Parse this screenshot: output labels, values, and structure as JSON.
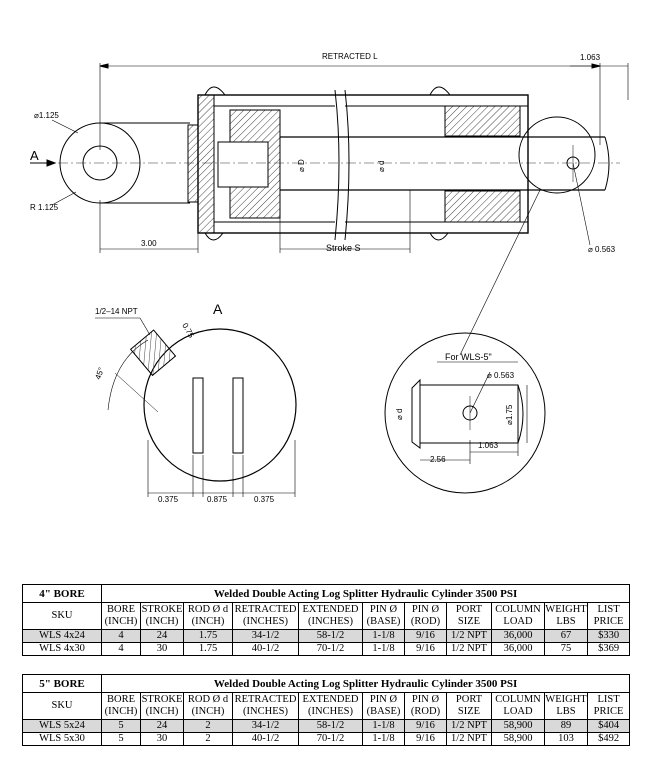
{
  "drawing": {
    "retracted_label": "RETRACTED L",
    "dim_1063_top": "1.063",
    "dim_1125_dia": "⌀1.125",
    "dim_r1125": "R 1.125",
    "view_marker_a": "A",
    "dim_300": "3.00",
    "stroke_label": "Stroke S",
    "rod_d_label_1": "⌀ D",
    "rod_d_label_2": "⌀ d",
    "dim_0563": "⌀ 0.563",
    "section_a_label": "A",
    "npt_label": "1/2–14 NPT",
    "dim_075": "0.75",
    "angle_45": "45°",
    "dim_0375_left": "0.375",
    "dim_0875": "0.875",
    "dim_0375_right": "0.375",
    "detail_title": "For WLS-5\"",
    "detail_0563": "⌀ 0.563",
    "detail_d": "⌀ d",
    "detail_175": "⌀1.75",
    "detail_256": "2.56",
    "detail_1063": "1.063"
  },
  "tables": [
    {
      "bore": "4\" BORE",
      "title": "Welded Double Acting Log Splitter Hydraulic Cylinder 3500 PSI",
      "headers": [
        "SKU",
        "BORE (INCH)",
        "STROKE (INCH)",
        "ROD Ø d (INCH)",
        "RETRACTED (INCHES)",
        "EXTENDED (INCHES)",
        "PIN Ø (BASE)",
        "PIN Ø (ROD)",
        "PORT SIZE",
        "COLUMN LOAD",
        "WEIGHT LBS",
        "LIST PRICE"
      ],
      "rows": [
        [
          "WLS 4x24",
          "4",
          "24",
          "1.75",
          "34-1/2",
          "58-1/2",
          "1-1/8",
          "9/16",
          "1/2 NPT",
          "36,000",
          "67",
          "$330"
        ],
        [
          "WLS 4x30",
          "4",
          "30",
          "1.75",
          "40-1/2",
          "70-1/2",
          "1-1/8",
          "9/16",
          "1/2 NPT",
          "36,000",
          "75",
          "$369"
        ]
      ]
    },
    {
      "bore": "5\" BORE",
      "title": "Welded Double Acting Log Splitter Hydraulic Cylinder 3500 PSI",
      "headers": [
        "SKU",
        "BORE (INCH)",
        "STROKE (INCH)",
        "ROD Ø d (INCH)",
        "RETRACTED (INCHES)",
        "EXTENDED (INCHES)",
        "PIN Ø (BASE)",
        "PIN Ø (ROD)",
        "PORT SIZE",
        "COLUMN LOAD",
        "WEIGHT LBS",
        "LIST PRICE"
      ],
      "rows": [
        [
          "WLS 5x24",
          "5",
          "24",
          "2",
          "34-1/2",
          "58-1/2",
          "1-1/8",
          "9/16",
          "1/2 NPT",
          "58,900",
          "89",
          "$404"
        ],
        [
          "WLS 5x30",
          "5",
          "30",
          "2",
          "40-1/2",
          "70-1/2",
          "1-1/8",
          "9/16",
          "1/2 NPT",
          "58,900",
          "103",
          "$492"
        ]
      ]
    }
  ],
  "colors": {
    "shade": "#d9d9d9",
    "hatch": "#555555",
    "line": "#000000"
  }
}
